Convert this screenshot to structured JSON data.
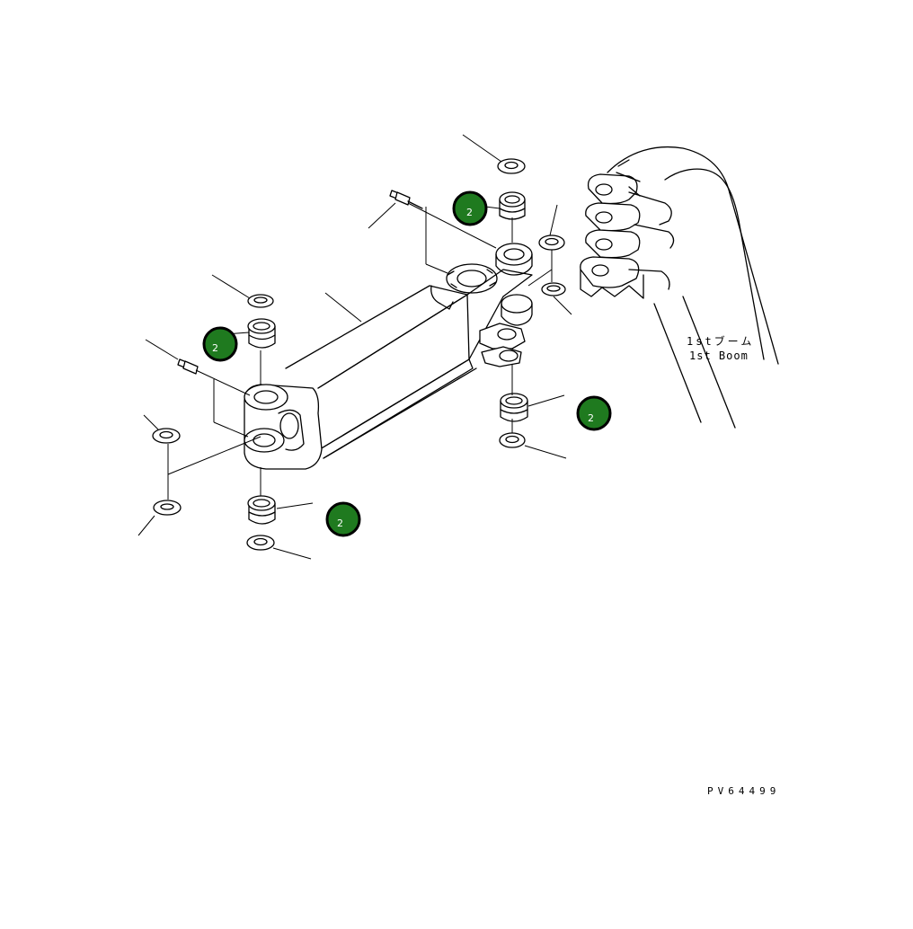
{
  "callouts": [
    {
      "number": "2",
      "color": "#1f7a1f"
    },
    {
      "number": "2",
      "color": "#1f7a1f"
    },
    {
      "number": "2",
      "color": "#1f7a1f"
    },
    {
      "number": "2",
      "color": "#1f7a1f"
    }
  ],
  "boom_label": {
    "japanese": "1stブーム",
    "english": "1st Boom"
  },
  "drawing_code": "PV64499"
}
